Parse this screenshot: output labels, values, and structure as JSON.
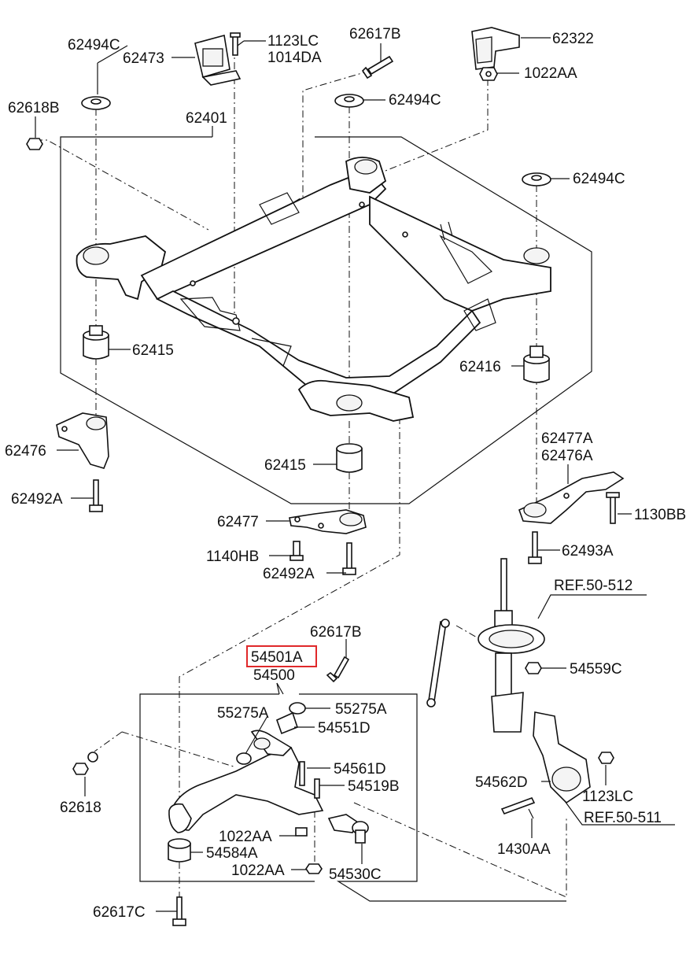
{
  "labels": {
    "l62494C_a": "62494C",
    "l62473": "62473",
    "l1123LC_a": "1123LC",
    "l1014DA": "1014DA",
    "l62617B_a": "62617B",
    "l62322": "62322",
    "l1022AA_a": "1022AA",
    "l62618B": "62618B",
    "l62401": "62401",
    "l62494C_b": "62494C",
    "l62494C_c": "62494C",
    "l62415_a": "62415",
    "l62416": "62416",
    "l62476": "62476",
    "l62415_b": "62415",
    "l62477A": "62477A",
    "l62476A": "62476A",
    "l62492A_a": "62492A",
    "l1130BB": "1130BB",
    "l62477": "62477",
    "l1140HB": "1140HB",
    "l62493A": "62493A",
    "l62492A_b": "62492A",
    "lREF50512": "REF.50-512",
    "l62617B_b": "62617B",
    "l54501A": "54501A",
    "l54500": "54500",
    "l54559C": "54559C",
    "l55275A_a": "55275A",
    "l55275A_b": "55275A",
    "l54551D": "54551D",
    "l54561D": "54561D",
    "l54519B": "54519B",
    "l54562D": "54562D",
    "l1123LC_b": "1123LC",
    "l62618": "62618",
    "lREF50511": "REF.50-511",
    "l1022AA_b": "1022AA",
    "l54584A": "54584A",
    "l1022AA_c": "1022AA",
    "l54530C": "54530C",
    "l1430AA": "1430AA",
    "l62617C": "62617C"
  },
  "colors": {
    "highlight": "#e0282a",
    "ink": "#111111"
  }
}
